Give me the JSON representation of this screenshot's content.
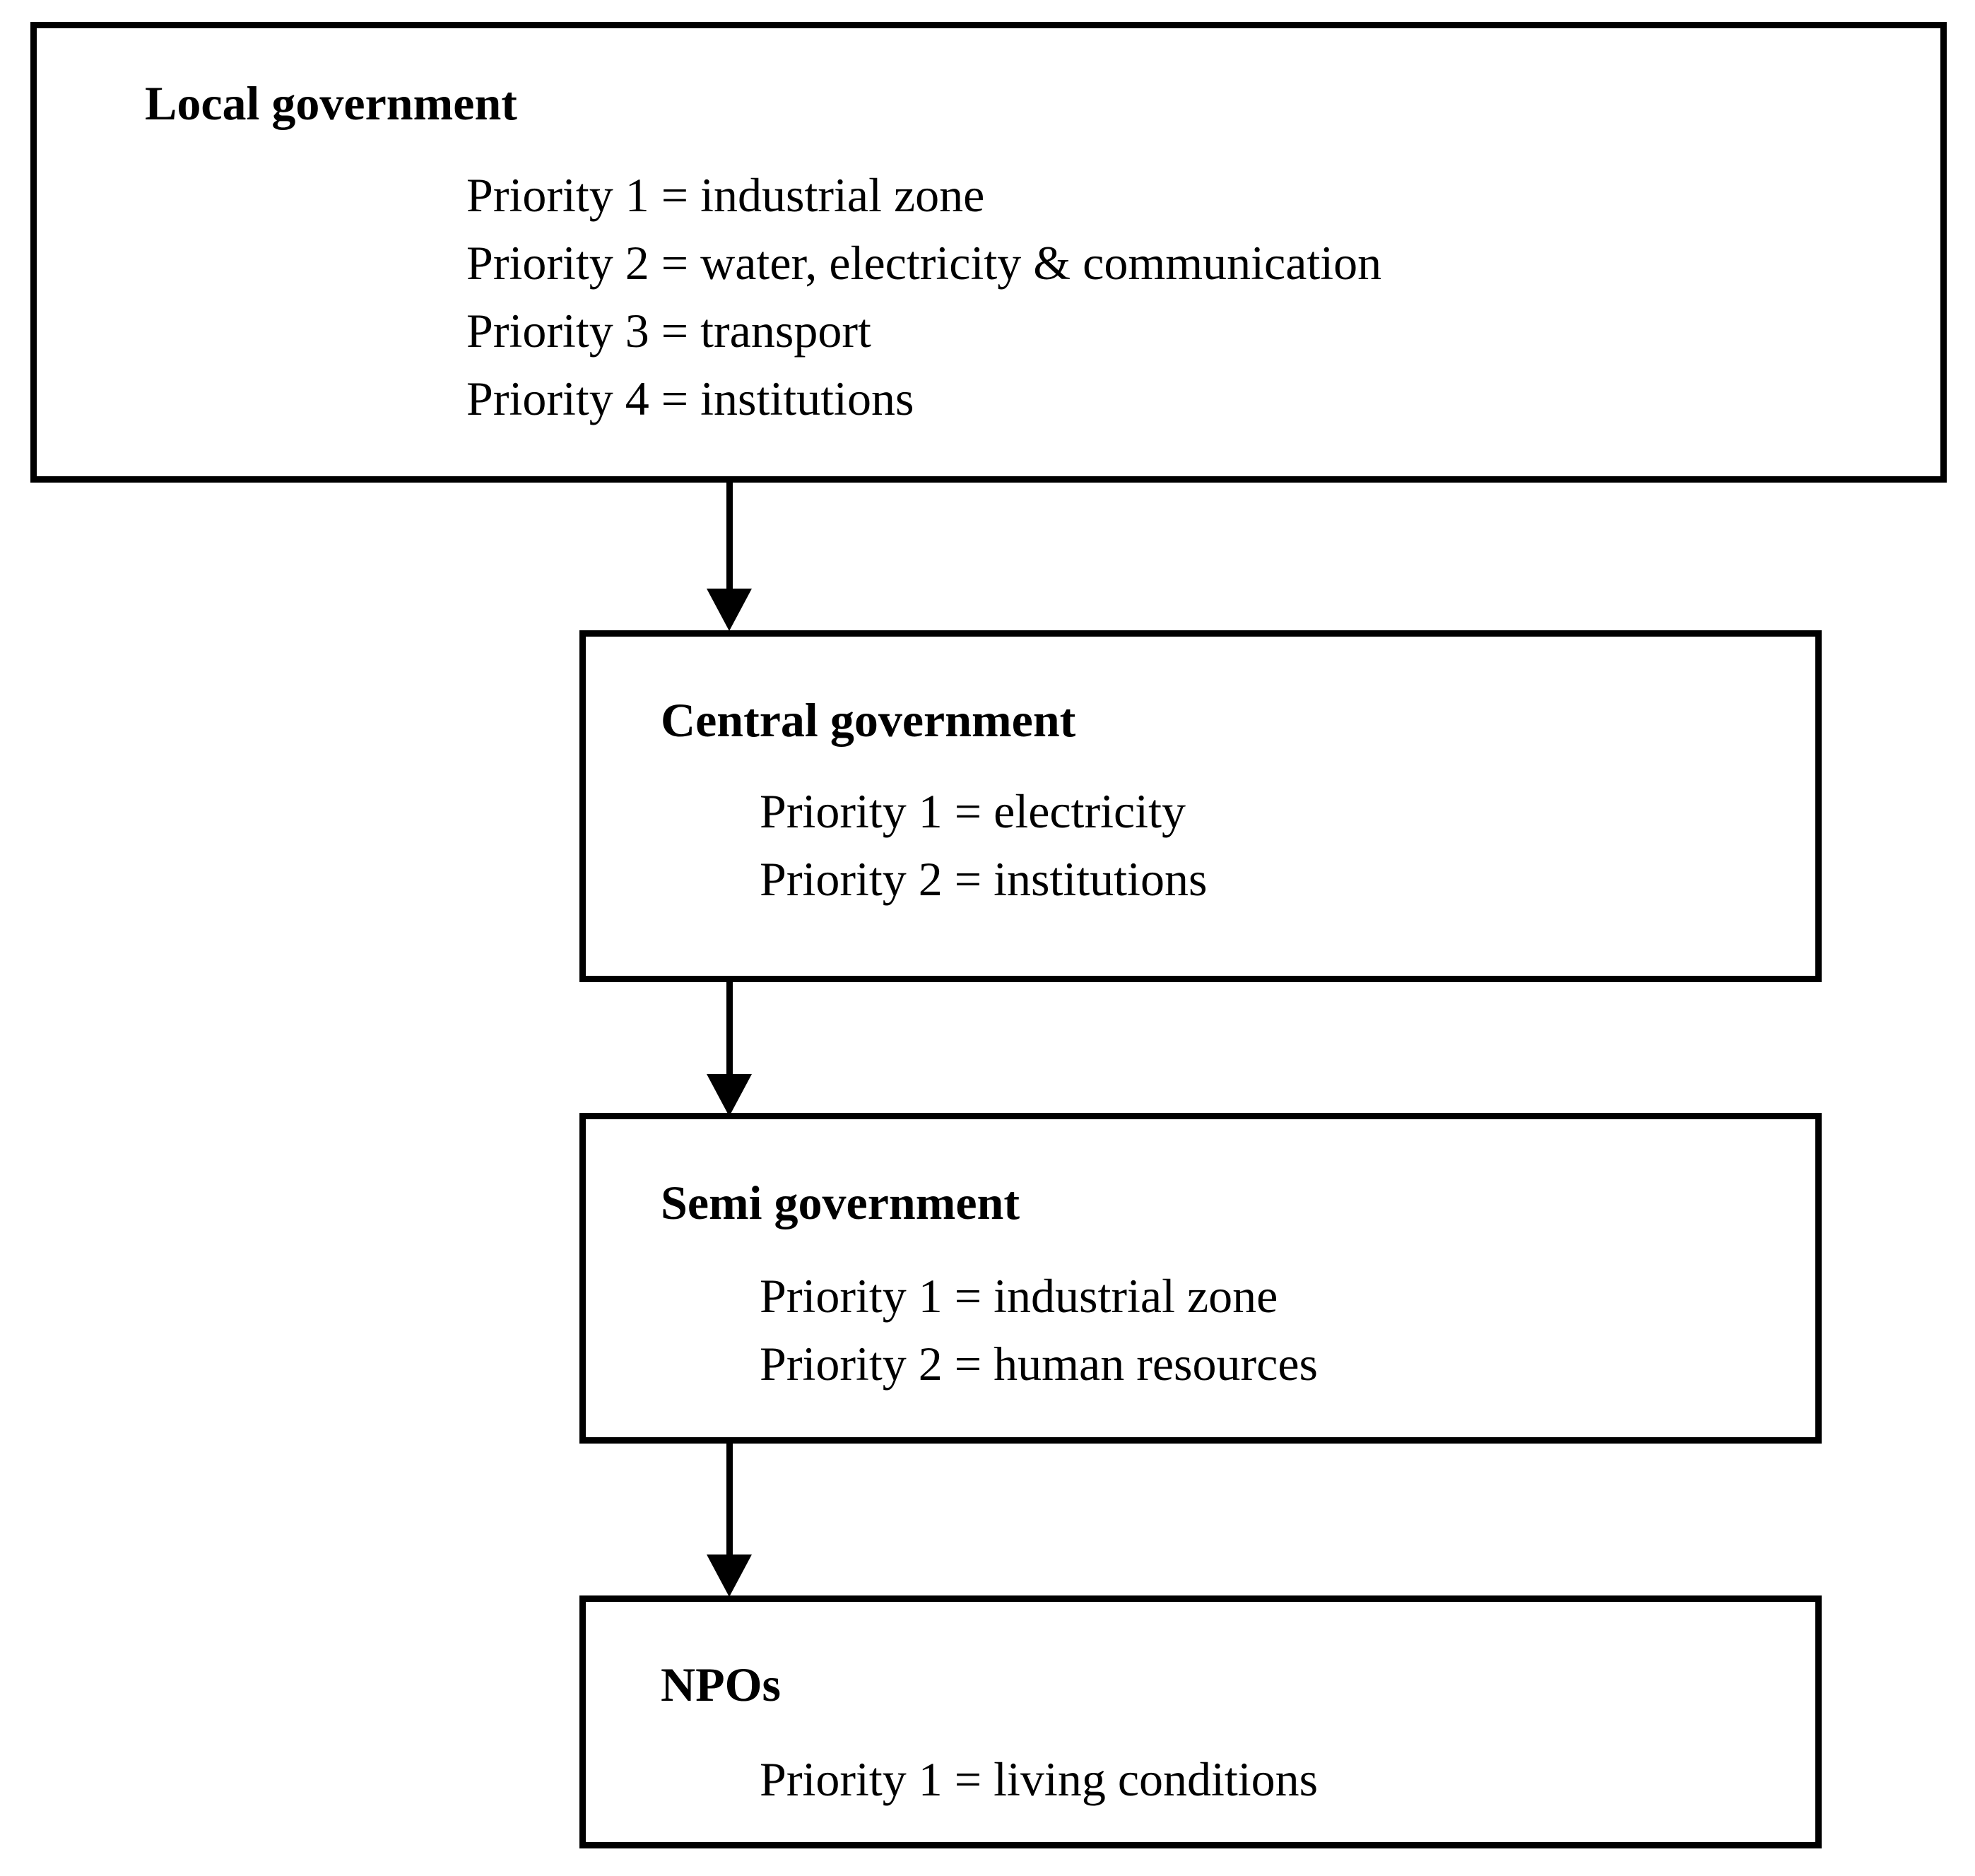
{
  "diagram": {
    "type": "flowchart",
    "orientation": "top-to-bottom",
    "background_color": "#ffffff",
    "line_color": "#000000",
    "nodes": [
      {
        "id": "local-government",
        "title": "Local government",
        "priorities": [
          "Priority 1 = industrial zone",
          "Priority 2 = water, electricity & communication",
          "Priority 3 = transport",
          "Priority 4 = institutions"
        ]
      },
      {
        "id": "central-government",
        "title": "Central government",
        "priorities": [
          "Priority 1 = electricity",
          "Priority 2 = institutions"
        ]
      },
      {
        "id": "semi-government",
        "title": "Semi government",
        "priorities": [
          "Priority 1 = industrial zone",
          "Priority 2 = human resources"
        ]
      },
      {
        "id": "npos",
        "title": "NPOs",
        "priorities": [
          "Priority 1 = living conditions"
        ]
      }
    ],
    "edges": [
      {
        "id": "edge-1",
        "from": "local-government",
        "to": "central-government",
        "style": "solid-arrow-down"
      },
      {
        "id": "edge-2",
        "from": "central-government",
        "to": "semi-government",
        "style": "solid-arrow-down"
      },
      {
        "id": "edge-3",
        "from": "semi-government",
        "to": "npos",
        "style": "solid-arrow-down"
      }
    ]
  }
}
